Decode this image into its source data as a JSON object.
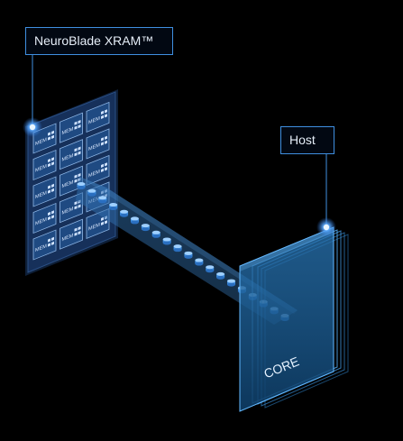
{
  "labels": {
    "xram": "NeuroBlade XRAM™",
    "host": "Host"
  },
  "chip": {
    "tile_label": "MEM"
  },
  "core": {
    "label": "CORE"
  },
  "colors": {
    "background": "#000000",
    "accent": "#3f8fe0",
    "glow": "#5aa9ff",
    "panel": "#17355e",
    "core_face": "#0f4f7a"
  }
}
